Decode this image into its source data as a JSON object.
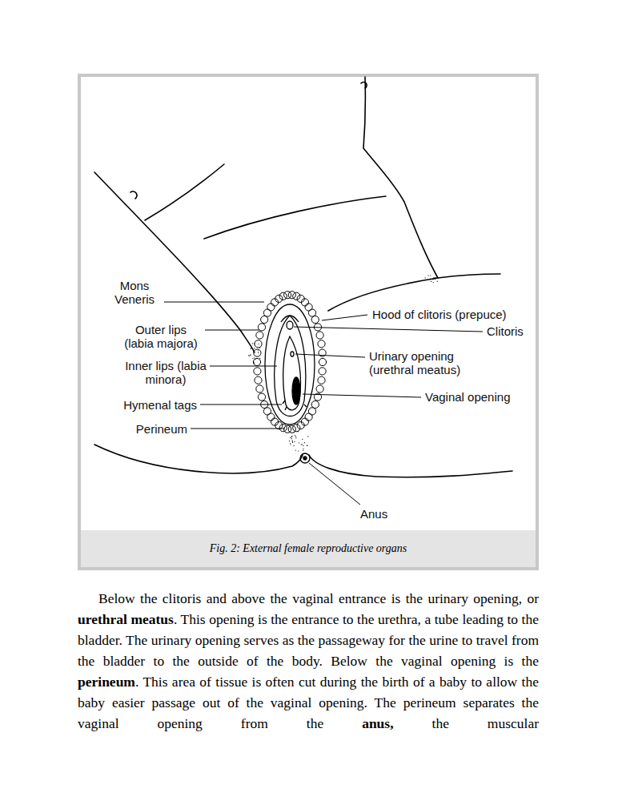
{
  "diagram": {
    "caption": "Fig. 2: External female reproductive organs",
    "labels": [
      "Mons Veneris",
      "Outer lips (labia majora)",
      "Inner lips (labia minora)",
      "Hymenal tags",
      "Perineum",
      "Hood of clitoris (prepuce)",
      "Clitoris",
      "Urinary opening (urethral meatus)",
      "Vaginal opening",
      "Anus",
      "Below the clitoris and above the vaginal entrance is the urinary opening, or",
      "urethral meatus",
      ". This opening is the entrance to the urethra, a tube leading to the bladder. The urinary opening serves as the passageway for the urine to travel from the bladder to the outside of the body. Below the vaginal opening is the",
      "perineum",
      ". This area of tissue is often cut during the birth of a baby to allow the baby easier passage out of the vaginal opening. The perineum separates the vaginal opening from the",
      "anus,",
      "the muscular"
    ]
  }
}
